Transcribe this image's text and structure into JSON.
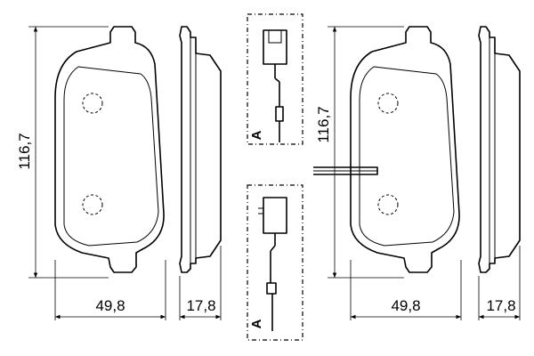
{
  "dimensions": {
    "height_left": "116,7",
    "width_left": "49,8",
    "thickness_left": "17,8",
    "height_right": "116,7",
    "width_right": "49,8",
    "thickness_right": "17,8"
  },
  "sensor_labels": {
    "top": "A",
    "bottom": "A"
  }
}
